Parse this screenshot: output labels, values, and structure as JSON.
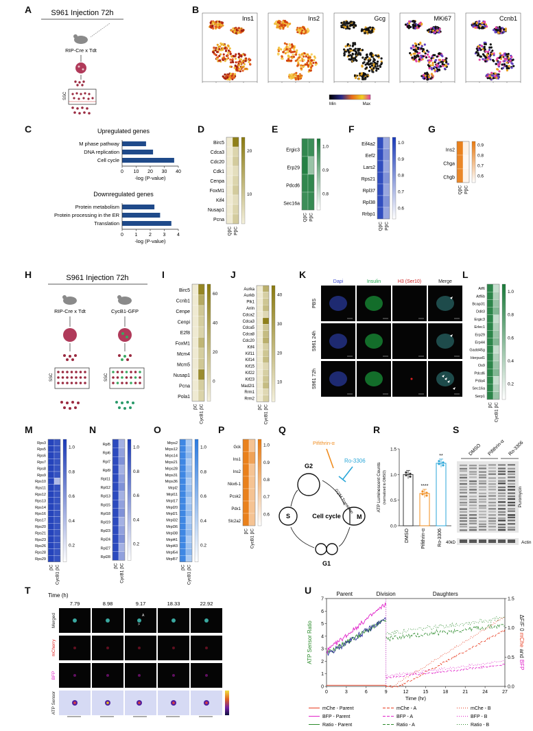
{
  "panel_letters": [
    "A",
    "B",
    "C",
    "D",
    "E",
    "F",
    "G",
    "H",
    "I",
    "J",
    "K",
    "L",
    "M",
    "N",
    "O",
    "P",
    "Q",
    "R",
    "S",
    "T",
    "U"
  ],
  "A": {
    "title": "S961 Injection 72h",
    "mouse": "RIP-Cre x Tdt",
    "axis": "SSC"
  },
  "B": {
    "genes": [
      "Ins1",
      "Ins2",
      "Gcg",
      "MKi67",
      "Ccnb1"
    ],
    "colorbar_min": "Min",
    "colorbar_max": "Max"
  },
  "C": {
    "up_title": "Upregulated genes",
    "down_title": "Downregulated genes",
    "xlabel": "-log (P-value)",
    "up": {
      "categories": [
        "M phase pathway",
        "DNA replication",
        "Cell cycle"
      ],
      "values": [
        17,
        22,
        37
      ],
      "ticks": [
        "0",
        "10",
        "20",
        "30",
        "40"
      ],
      "xlim": [
        0,
        40
      ]
    },
    "down": {
      "categories": [
        "Protein metabolism",
        "Protein processing in the ER",
        "Translation"
      ],
      "values": [
        2.3,
        2.7,
        3.5
      ],
      "ticks": [
        "0",
        "1",
        "2",
        "3",
        "4"
      ],
      "xlim": [
        0,
        4
      ]
    }
  },
  "D": {
    "genes": [
      "Birc5",
      "Cdca3",
      "Cdc20",
      "Cdk1",
      "Cenpa",
      "FoxM1",
      "Kif4",
      "Nusap1",
      "Pcna"
    ],
    "cols": [
      "QβC",
      "PβC"
    ],
    "scale": [
      "20",
      "10"
    ]
  },
  "E": {
    "genes": [
      "Ergic3",
      "Erp29",
      "Pdcd6",
      "Sec16a"
    ],
    "cols": [
      "QβC",
      "PβC"
    ],
    "scale": [
      "1.0",
      "0.9",
      "0.8"
    ]
  },
  "F": {
    "genes": [
      "Eif4a2",
      "Eef2",
      "Lars2",
      "Rps21",
      "Rpl37",
      "Rpl38",
      "Rrbp1"
    ],
    "cols": [
      "QβC",
      "PβC"
    ],
    "scale": [
      "1.0",
      "0.9",
      "0.8",
      "0.7",
      "0.6"
    ]
  },
  "G": {
    "genes": [
      "Ins2",
      "Chga",
      "Chgb"
    ],
    "cols": [
      "QβC",
      "PβC"
    ],
    "scale": [
      "0.9",
      "0.8",
      "0.7",
      "0.6"
    ]
  },
  "H": {
    "title": "S961 Injection 72h",
    "mouse1": "RIP-Cre x Tdt",
    "mouse2": "CycB1-GFP",
    "axis": "SSC"
  },
  "I": {
    "genes": [
      "Birc5",
      "Ccnb1",
      "Cenpe",
      "Cenpi",
      "E2f8",
      "FoxM1",
      "Mcm4",
      "Mcm5",
      "Nusap1",
      "Pcna",
      "Pola1"
    ],
    "cols": [
      "βC",
      "CycB1 βC"
    ],
    "scale": [
      "60",
      "40",
      "20",
      "0"
    ]
  },
  "J": {
    "genes": [
      "Aurka",
      "Aurkb",
      "Plk1",
      "Anln",
      "Cdca2",
      "Cdca3",
      "Cdca5",
      "Cdca8",
      "Cdc20",
      "Kif4",
      "Kif11",
      "Kif14",
      "Kif15",
      "Kif22",
      "Kif23",
      "Mad2l1",
      "Rrm1",
      "Rrm2"
    ],
    "cols": [
      "βC",
      "CycB1 βC"
    ],
    "scale": [
      "40",
      "30",
      "20",
      "10"
    ]
  },
  "K": {
    "cols": [
      "Dapi",
      "Insulin",
      "H3 (Ser10)",
      "Merge"
    ],
    "rows": [
      "PBS",
      "S961 24h",
      "S961 72h"
    ]
  },
  "L": {
    "genes": [
      "Atf6",
      "Atf6b",
      "Bcap31",
      "Ddit3",
      "Ergic3",
      "Erlec1",
      "Erp29",
      "Erp44",
      "Gadd45g",
      "Herpud1",
      "Os9",
      "Pdcd6",
      "Pdia4",
      "Sec16a",
      "Serp1"
    ],
    "cols": [
      "βC",
      "CycB1 βC"
    ],
    "scale": [
      "1.0",
      "0.8",
      "0.6",
      "0.4",
      "0.2"
    ]
  },
  "M": {
    "genes": [
      "Rps3",
      "Rps5",
      "Rps6",
      "Rps7",
      "Rps8",
      "Rps9",
      "Rps10",
      "Rps11",
      "Rps12",
      "Rps13",
      "Rps14",
      "Rps16",
      "Rps17",
      "Rps20",
      "Rps21",
      "Rps23",
      "Rps26",
      "Rps28",
      "Rps29"
    ],
    "cols": [
      "βC",
      "CycB1 βC"
    ],
    "scale": [
      "1.0",
      "0.8",
      "0.6",
      "0.4",
      "0.2"
    ]
  },
  "N": {
    "genes": [
      "Rpl5",
      "Rpl6",
      "Rpl7",
      "Rpl9",
      "Rpl11",
      "Rpl12",
      "Rpl13",
      "Rpl15",
      "Rpl18",
      "Rpl19",
      "Rpl23",
      "Rpl24",
      "Rpl27",
      "Rpl28"
    ],
    "cols": [
      "βC",
      "CycB1 βC"
    ],
    "scale": [
      "1.0",
      "0.8",
      "0.6",
      "0.4",
      "0.2"
    ]
  },
  "O": {
    "genes": [
      "Mrps2",
      "Mrps12",
      "Mrps14",
      "Mrps21",
      "Mrps28",
      "Mrps31",
      "Mrps36",
      "Mrpl2",
      "Mrpl11",
      "Mrpl17",
      "Mrpl20",
      "Mrpl21",
      "Mrpl32",
      "Mrpl36",
      "Mrpl38",
      "Mrpl41",
      "Mrpl43",
      "Mrpl54",
      "Mrpl57"
    ],
    "cols": [
      "βC",
      "CycB1 βC"
    ],
    "scale": [
      "1.0",
      "0.8",
      "0.6",
      "0.4",
      "0.2"
    ]
  },
  "P": {
    "genes": [
      "Gck",
      "Ins1",
      "Ins2",
      "Nkx6-1",
      "Pcsk2",
      "Pdx1",
      "Slc2a2"
    ],
    "cols": [
      "βC",
      "CycB1 βC"
    ],
    "scale": [
      "1.0",
      "0.9",
      "0.8",
      "0.7",
      "0.6"
    ]
  },
  "Q": {
    "center": "Cell cycle",
    "phases": [
      "G2",
      "M",
      "G1",
      "S"
    ],
    "inhibitor1": "Pifithrin-α",
    "inhibitor2": "Ro-3306",
    "transition": "G2/M Transition"
  },
  "R": {
    "ylabel": "ATP Luminescent Counts",
    "ylabel_sub": "(normalized to DMSO)",
    "categories": [
      "DMSO",
      "Pifithrin-α",
      "Ro-3306"
    ],
    "values": [
      1.0,
      0.63,
      1.22
    ],
    "ticks": [
      "0.0",
      "0.5",
      "1.0",
      "1.5"
    ],
    "ylim": [
      0,
      1.5
    ],
    "sig": [
      "",
      "****",
      "**"
    ],
    "colors": [
      "#333333",
      "#f08c1e",
      "#2aa6d8"
    ]
  },
  "S": {
    "lanes": [
      "DMSO",
      "Pifithrin-α",
      "Ro-3306"
    ],
    "label1": "Puromycin",
    "label2": "Actin",
    "marker": "40kD"
  },
  "T": {
    "time_label": "Time (h)",
    "times": [
      "7.79",
      "8.98",
      "9.17",
      "18.33",
      "22.92"
    ],
    "rows": [
      "Merged",
      "mCherry",
      "BFP",
      "ATP Sensor"
    ]
  },
  "U": {
    "phases": [
      "Parent",
      "Division",
      "Daughters"
    ],
    "ylabel_left": "ATP Sensor Ratio",
    "ylabel_right_1": "ΔF/F",
    "ylabel_right_2": "0",
    "ylabel_right_3": "mChe",
    "ylabel_right_4": "and",
    "ylabel_right_5": "BFP",
    "xlabel": "Time (hr)",
    "xticks": [
      "0",
      "3",
      "6",
      "9",
      "12",
      "15",
      "18",
      "21",
      "24",
      "27"
    ],
    "yticks_left": [
      "0",
      "1",
      "2",
      "3",
      "4",
      "5",
      "6",
      "7"
    ],
    "yticks_right": [
      "0.0",
      "0.5",
      "1.0",
      "1.5"
    ],
    "legend": [
      {
        "label": "mChe - Parent",
        "color": "#e83a1e",
        "dash": ""
      },
      {
        "label": "mChe - A",
        "color": "#e83a1e",
        "dash": "4,2"
      },
      {
        "label": "mChe - B",
        "color": "#e83a1e",
        "dash": "1,2"
      },
      {
        "label": "BFP - Parent",
        "color": "#e020c8",
        "dash": ""
      },
      {
        "label": "BFP - A",
        "color": "#e020c8",
        "dash": "4,2"
      },
      {
        "label": "BFP - B",
        "color": "#e020c8",
        "dash": "1,2"
      },
      {
        "label": "Ratio - Parent",
        "color": "#2a8a2a",
        "dash": ""
      },
      {
        "label": "Ratio - A",
        "color": "#2a8a2a",
        "dash": "4,2"
      },
      {
        "label": "Ratio - B",
        "color": "#2a8a2a",
        "dash": "1,2"
      }
    ]
  },
  "chart_data": [
    {
      "type": "bar",
      "orientation": "horizontal",
      "title": "Upregulated genes",
      "categories": [
        "M phase pathway",
        "DNA replication",
        "Cell cycle"
      ],
      "values": [
        17,
        22,
        37
      ],
      "xlabel": "-log (P-value)",
      "xlim": [
        0,
        40
      ]
    },
    {
      "type": "bar",
      "orientation": "horizontal",
      "title": "Downregulated genes",
      "categories": [
        "Protein metabolism",
        "Protein processing in the ER",
        "Translation"
      ],
      "values": [
        2.3,
        2.7,
        3.5
      ],
      "xlabel": "-log (P-value)",
      "xlim": [
        0,
        4
      ]
    },
    {
      "type": "bar",
      "categories": [
        "DMSO",
        "Pifithrin-α",
        "Ro-3306"
      ],
      "values": [
        1.0,
        0.63,
        1.22
      ],
      "ylabel": "ATP Luminescent Counts (normalized to DMSO)",
      "ylim": [
        0,
        1.5
      ]
    },
    {
      "type": "line",
      "xlabel": "Time (hr)",
      "ylabel": "ATP Sensor Ratio",
      "xlim": [
        0,
        27
      ],
      "ylim": [
        0,
        7
      ]
    }
  ]
}
